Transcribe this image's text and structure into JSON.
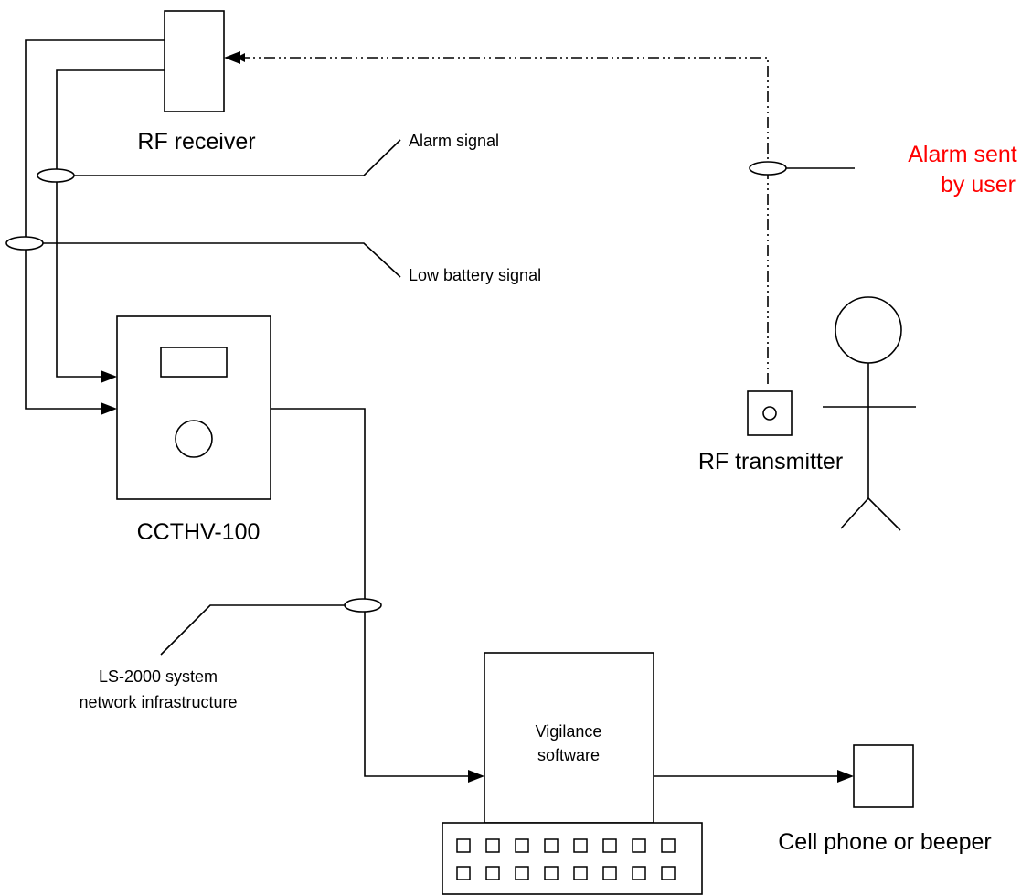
{
  "labels": {
    "rf_receiver": "RF receiver",
    "alarm_signal": "Alarm signal",
    "low_battery_signal": "Low battery signal",
    "alarm_sent_line1": "Alarm sent",
    "alarm_sent_line2": "by user",
    "rf_transmitter": "RF transmitter",
    "ccthv": "CCTHV-100",
    "network_line1": "LS-2000 system",
    "network_line2": "network infrastructure",
    "vigilance_line1": "Vigilance",
    "vigilance_line2": "software",
    "cell_phone": "Cell phone or beeper"
  },
  "colors": {
    "stroke": "#000000",
    "alarm_text": "#ff0000"
  }
}
